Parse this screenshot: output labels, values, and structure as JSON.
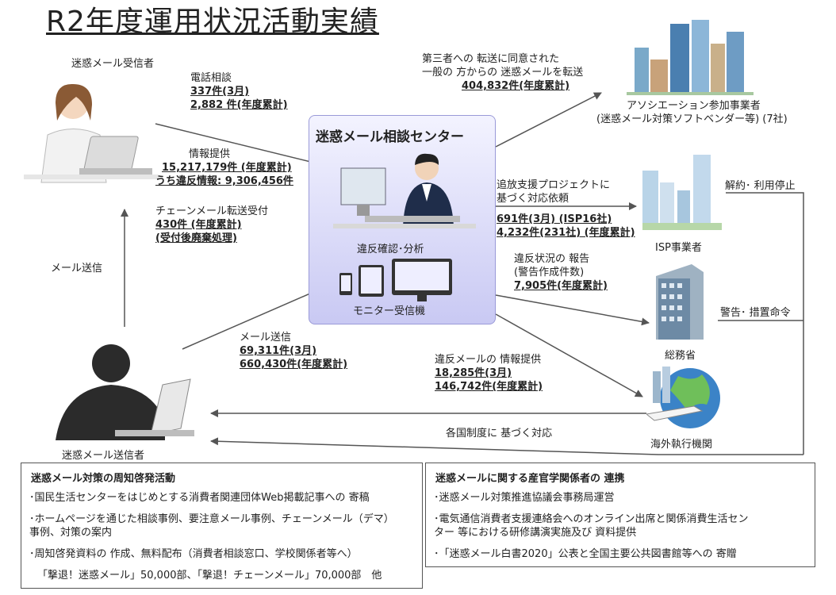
{
  "title": "R2年度運用状況活動実績",
  "receiver_label": "迷惑メール受信者",
  "sender_label": "迷惑メール送信者",
  "mail_send_label": "メール送信",
  "phone": {
    "label": "電話相談",
    "month": "337件(3月)",
    "total": "2,882 件(年度累計)"
  },
  "info": {
    "label": "情報提供",
    "total": "15,217,179件 (年度累計)",
    "violation": "うち違反情報: 9,306,456件"
  },
  "chain": {
    "label": "チェーンメール転送受付",
    "total": "430件 (年度累計)",
    "note": "(受付後廃棄処理)"
  },
  "center": {
    "title": "迷惑メール相談センター",
    "analysis": "違反確認･分析",
    "monitor": "モニター受信機"
  },
  "sent_mail": {
    "label": "メール送信",
    "month": "69,311件(3月)",
    "total": "660,430件(年度累計)"
  },
  "third_party": {
    "line1": "第三者への 転送に同意された",
    "line2": "一般の 方からの 迷惑メールを転送",
    "total": "404,832件(年度累計)"
  },
  "association": {
    "line1": "アソシエーション参加事業者",
    "line2": "(迷惑メール対策ソフトベンダー等) (7社)"
  },
  "isp_request": {
    "line1": "追放支援プロジェクトに",
    "line2": "基づく対応依頼",
    "month": "691件(3月) (ISP16社)",
    "total": "4,232件(231社) (年度累計)"
  },
  "isp_label": "ISP事業者",
  "cancel_label": "解約･ 利用停止",
  "report": {
    "line1": "違反状況の 報告",
    "line2": "(警告作成件数)",
    "total": "7,905件(年度累計)"
  },
  "ministry_label": "総務省",
  "warning_label": "警告･ 措置命令",
  "violation_info": {
    "label": "違反メールの 情報提供",
    "month": "18,285件(3月)",
    "total": "146,742件(年度累計)"
  },
  "foreign_label": "海外執行機関",
  "country_label": "各国制度に 基づく対応",
  "awareness": {
    "heading": "迷惑メール対策の周知啓発活動",
    "items": [
      "･国民生活センターをはじめとする消費者関連団体Web掲載記事への 寄稿",
      "･ホームページを通じた相談事例、要注意メール事例、チェーンメール（デマ）",
      "事例、対策の案内",
      "･周知啓発資料の 作成、無料配布（消費者相談窓口、学校関係者等へ）",
      "「撃退！迷惑メール」50,000部、「撃退！チェーンメール」70,000部　他"
    ]
  },
  "collab": {
    "heading": "迷惑メールに関する産官学関係者の 連携",
    "items": [
      "･迷惑メール対策推進協議会事務局運営",
      "･電気通信消費者支援連絡会へのオンライン出席と関係消費生活セン",
      "ター 等における研修講演実施及び 資料提供",
      "･「迷惑メール白書2020」公表と全国主要公共図書館等への 寄贈"
    ]
  },
  "colors": {
    "center_top": "#f3f3ff",
    "center_bottom": "#c9c9f3",
    "arrow": "#555555"
  }
}
